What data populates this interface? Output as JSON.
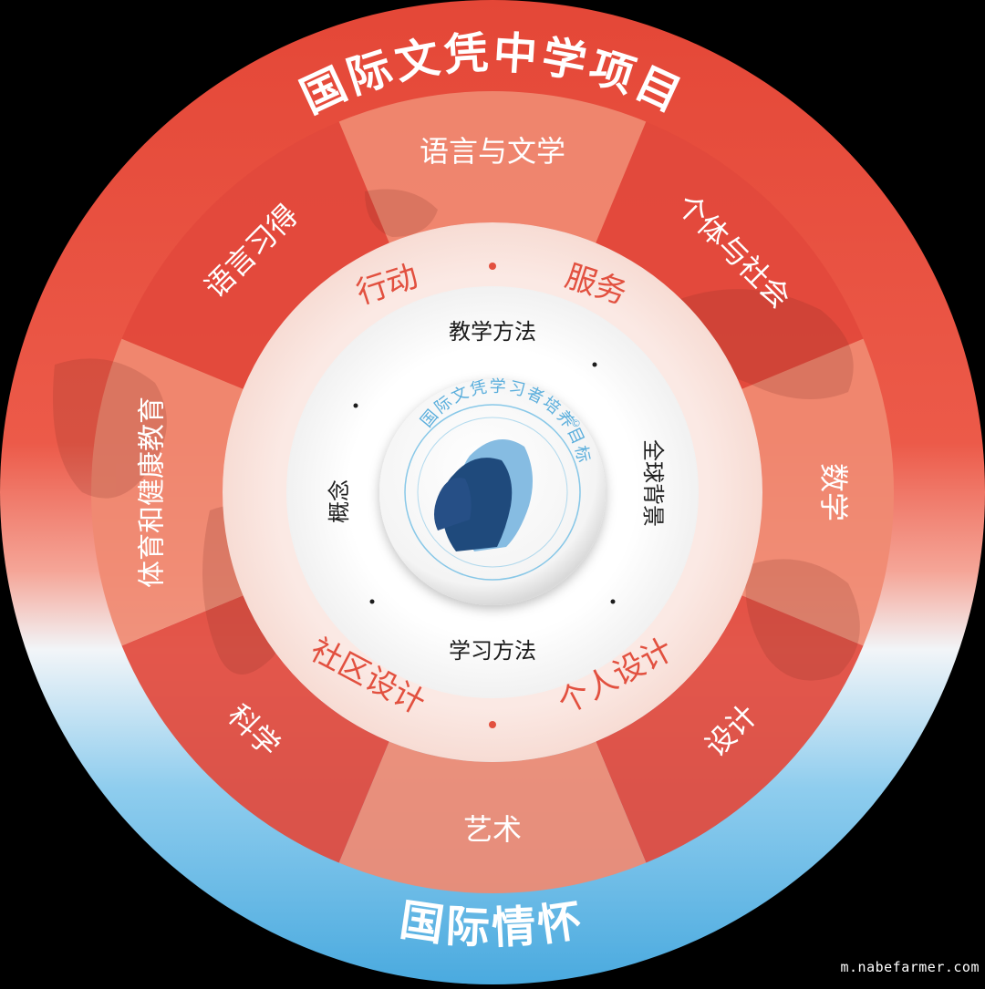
{
  "title": "国际文凭中学项目",
  "bottom_label": "国际情怀",
  "subjects": [
    {
      "label": "语言与文学",
      "angle": 0
    },
    {
      "label": "个体与社会",
      "angle": 45
    },
    {
      "label": "数学",
      "angle": 90
    },
    {
      "label": "设计",
      "angle": 135
    },
    {
      "label": "艺术",
      "angle": 180
    },
    {
      "label": "科学",
      "angle": 225
    },
    {
      "label": "体育和健康教育",
      "angle": 270
    },
    {
      "label": "语言习得",
      "angle": 315
    }
  ],
  "inner_ring": {
    "top_left": "行动",
    "top_right": "服务",
    "bottom_left": "社区设计",
    "bottom_right": "个人设计"
  },
  "core_ring": {
    "top": "教学方法",
    "bottom": "学习方法",
    "left": "概念",
    "right": "全球背景"
  },
  "center": {
    "arc_text": "国际文凭学习者培养目标",
    "mark": "©"
  },
  "watermark": "m.nabefarmer.com",
  "colors": {
    "outer_red": "#e8473a",
    "outer_blue": "#5ab4e2",
    "light_wedge": "#f08a72",
    "dark_wedge": "#e2493c",
    "inner_red_text": "#e2503f",
    "core_text": "#1c1c1c",
    "profile_dark": "#1f4a7c",
    "profile_light": "#86bce2"
  }
}
